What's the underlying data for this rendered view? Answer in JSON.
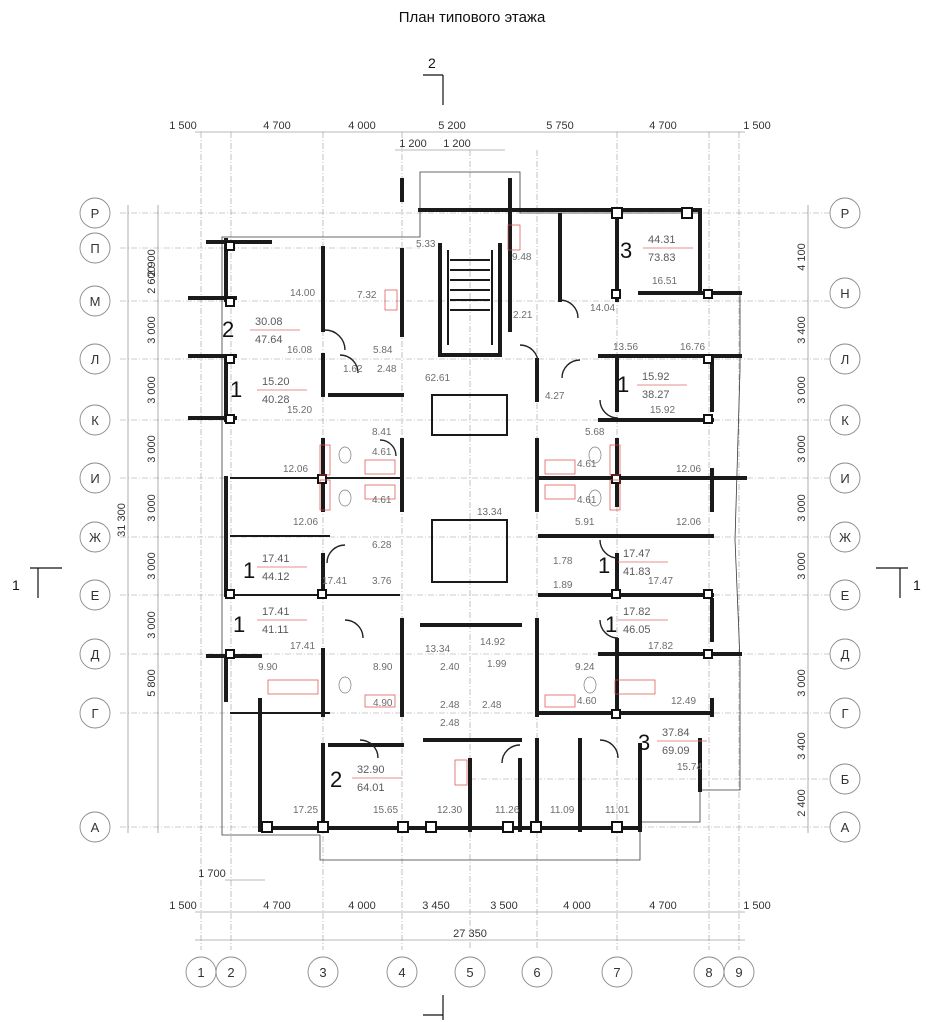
{
  "title": "План типового этажа",
  "section_marks": {
    "top": "2",
    "left": "1",
    "right": "1"
  },
  "top_dims": [
    "1 500",
    "4 700",
    "4 000",
    "5 200",
    "5 750",
    "4 700",
    "1 500"
  ],
  "top_sub_dims": [
    "1 200",
    "1 200"
  ],
  "bottom_dims": [
    "1 500",
    "4 700",
    "4 000",
    "3 450",
    "3 500",
    "4 000",
    "4 700",
    "1 500"
  ],
  "bottom_total": "27 350",
  "bottom_extra": "1 700",
  "left_dims": [
    "2 900",
    "2 600",
    "3 000",
    "3 000",
    "3 000",
    "3 000",
    "3 000",
    "3 000",
    "5 800"
  ],
  "left_total": "31 300",
  "right_dims": [
    "4 100",
    "3 400",
    "3 000",
    "3 000",
    "3 000",
    "3 000",
    "3 000",
    "3 400",
    "2 400"
  ],
  "axes_rows_left": [
    "Р",
    "П",
    "М",
    "Л",
    "К",
    "И",
    "Ж",
    "Е",
    "Д",
    "Г",
    "А"
  ],
  "axes_rows_right": [
    "Р",
    "Н",
    "Л",
    "К",
    "И",
    "Ж",
    "Е",
    "Д",
    "Г",
    "Б",
    "А"
  ],
  "axes_cols": [
    "1",
    "2",
    "3",
    "4",
    "5",
    "6",
    "7",
    "8",
    "9"
  ],
  "apartments": [
    {
      "rooms": "2",
      "living": "30.08",
      "total": "47.64"
    },
    {
      "rooms": "1",
      "living": "15.20",
      "total": "40.28"
    },
    {
      "rooms": "1",
      "living": "17.41",
      "total": "44.12"
    },
    {
      "rooms": "1",
      "living": "17.41",
      "total": "41.11"
    },
    {
      "rooms": "2",
      "living": "32.90",
      "total": "64.01"
    },
    {
      "rooms": "3",
      "living": "44.31",
      "total": "73.83"
    },
    {
      "rooms": "1",
      "living": "15.92",
      "total": "38.27"
    },
    {
      "rooms": "1",
      "living": "17.47",
      "total": "41.83"
    },
    {
      "rooms": "1",
      "living": "17.82",
      "total": "46.05"
    },
    {
      "rooms": "3",
      "living": "37.84",
      "total": "69.09"
    }
  ],
  "room_areas": [
    "14.00",
    "16.08",
    "7.32",
    "5.33",
    "5.84",
    "1.62",
    "2.48",
    "62.61",
    "15.20",
    "8.41",
    "4.61",
    "4.61",
    "12.06",
    "12.06",
    "6.28",
    "3.76",
    "17.41",
    "17.41",
    "9.90",
    "8.90",
    "4.90",
    "17.25",
    "15.65",
    "12.30",
    "11.26",
    "11.09",
    "11.01",
    "13.34",
    "13.34",
    "14.92",
    "2.40",
    "2.48",
    "2.48",
    "1.99",
    "2.48",
    "9.48",
    "2.21",
    "14.04",
    "16.51",
    "13.56",
    "16.76",
    "4.27",
    "15.92",
    "5.68",
    "4.61",
    "4.61",
    "12.06",
    "5.91",
    "1.78",
    "1.89",
    "17.47",
    "17.82",
    "9.24",
    "4.60",
    "12.49",
    "15.74",
    "12.06"
  ],
  "colors": {
    "walls": "#1a1a1a",
    "fixtures": "#d94848",
    "grid": "#9a9a9a"
  }
}
